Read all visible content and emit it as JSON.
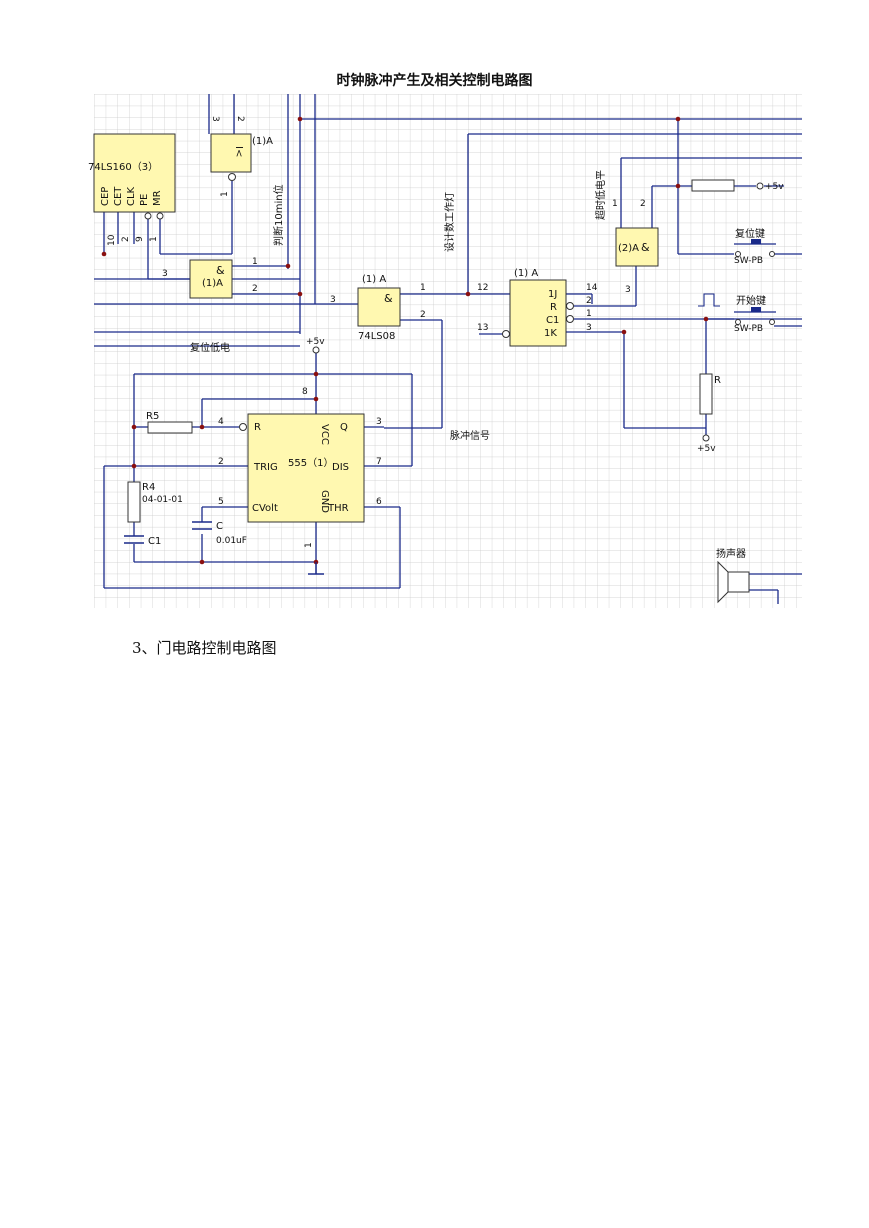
{
  "title": "时钟脉冲产生及相关控制电路图",
  "section_heading": "3、门电路控制电路图",
  "labels": {
    "counter_name": "74LS160（3）",
    "counter_pins": [
      "CEP",
      "CET",
      "CLK",
      "PE",
      "MR"
    ],
    "counter_pin_nums": [
      "10",
      "2",
      "9",
      "1"
    ],
    "cmp_label": "(1)A",
    "cmp_symbol": "I<",
    "cmp_pins": [
      "3",
      "2",
      "1"
    ],
    "judge_10min": "判断10min位",
    "and1_label": "(1)A",
    "and1_pins": [
      "1",
      "2",
      "3"
    ],
    "and_symbol": "&",
    "reset_low": "复位低电",
    "and2_label": "(1) A",
    "and2_name": "74LS08",
    "and2_pins": [
      "3",
      "1",
      "2"
    ],
    "count_work": "设计数工作灯",
    "ff_label": "(1) A",
    "ff_pins": [
      "1J",
      "R",
      "C1",
      "1K"
    ],
    "ff_pin_nums": [
      "12",
      "13",
      "14",
      "2",
      "1",
      "3"
    ],
    "timeout_low": "超时低电平",
    "and3_label": "(2)A",
    "and3_pins": [
      "1",
      "2",
      "3"
    ],
    "vcc": "+5v",
    "reset_key": "复位键",
    "start_key": "开始键",
    "switch": "SW-PB",
    "res_r": "R",
    "res_r5": "R5",
    "res_r4": "R4",
    "r4_val": "04-01-01",
    "cap_c1": "C1",
    "cap_c": "C",
    "cap_val": "0.01uF",
    "timer_name": "555（1）",
    "timer_pins": [
      "R",
      "VCC",
      "Q",
      "TRIG",
      "DIS",
      "CVolt",
      "GND",
      "THR"
    ],
    "timer_pin_nums": [
      "8",
      "4",
      "3",
      "2",
      "7",
      "5",
      "1",
      "6"
    ],
    "pulse": "脉冲信号",
    "speaker": "扬声器"
  }
}
